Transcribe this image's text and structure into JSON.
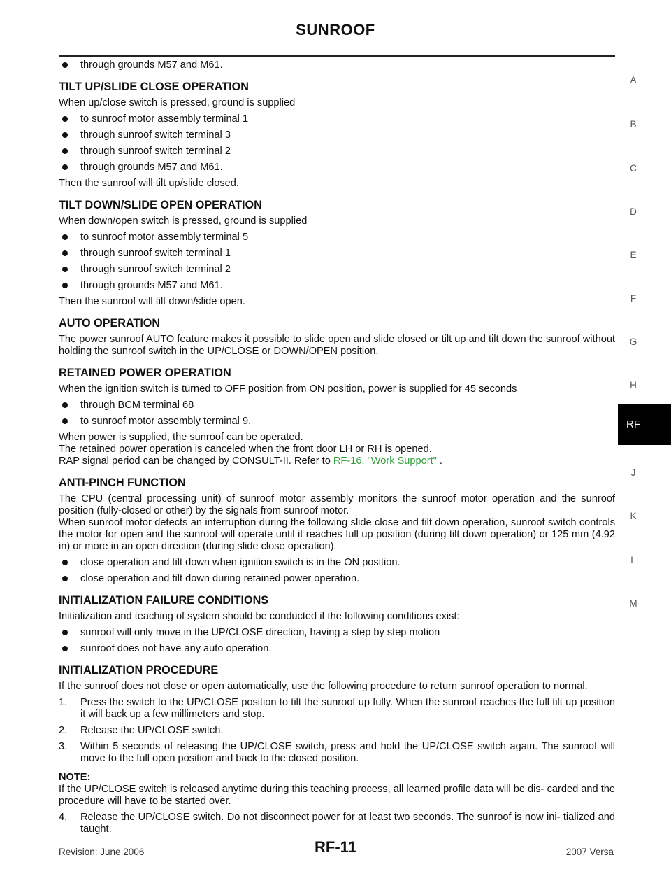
{
  "header": {
    "title": "SUNROOF"
  },
  "side_index": {
    "letters": [
      "A",
      "B",
      "C",
      "D",
      "E",
      "F",
      "G",
      "H",
      "RF",
      "J",
      "K",
      "L",
      "M"
    ],
    "active": "RF"
  },
  "content": {
    "top_bullet": "through grounds M57 and M61.",
    "tilt_up": {
      "heading": "TILT UP/SLIDE CLOSE OPERATION",
      "intro": "When up/close switch is pressed, ground is supplied",
      "bullets": [
        "to sunroof motor assembly terminal 1",
        "through sunroof switch terminal 3",
        "through sunroof switch terminal 2",
        "through grounds M57 and M61."
      ],
      "outro": "Then the sunroof will tilt up/slide closed."
    },
    "tilt_down": {
      "heading": "TILT DOWN/SLIDE OPEN OPERATION",
      "intro": "When down/open switch is pressed, ground is supplied",
      "bullets": [
        "to sunroof motor assembly terminal 5",
        "through sunroof switch terminal 1",
        "through sunroof switch terminal 2",
        "through grounds M57 and M61."
      ],
      "outro": "Then the sunroof will tilt down/slide open."
    },
    "auto": {
      "heading": "AUTO OPERATION",
      "text": "The power sunroof AUTO feature makes it possible to slide open and slide closed or tilt up and tilt down the sunroof without holding the sunroof switch in the UP/CLOSE or DOWN/OPEN position."
    },
    "retained": {
      "heading": "RETAINED POWER OPERATION",
      "intro": "When the ignition switch is turned to OFF position from ON position, power is supplied for 45 seconds",
      "bullets": [
        "through BCM terminal 68",
        "to sunroof motor assembly terminal 9."
      ],
      "line1": "When power is supplied, the sunroof can be operated.",
      "line2": "The retained power operation is canceled when the front door LH or RH is opened.",
      "line3_prefix": "RAP signal period can be changed by CONSULT-II. Refer to ",
      "line3_link": "RF-16, \"Work Support\"",
      "line3_suffix": " ."
    },
    "antipinch": {
      "heading": "ANTI-PINCH FUNCTION",
      "para1": "The CPU (central processing unit) of sunroof motor assembly monitors the sunroof motor operation and the sunroof position (fully-closed or other) by the signals from sunroof motor.",
      "para2": "When sunroof motor detects an interruption during the following slide close and tilt down operation, sunroof switch controls the motor for open and the sunroof will operate until it reaches full up position (during tilt down operation) or 125 mm (4.92 in) or more in an open direction (during slide close operation).",
      "bullets": [
        "close operation and tilt down when ignition switch is in the ON position.",
        "close operation and tilt down during retained power operation."
      ]
    },
    "init_fail": {
      "heading": "INITIALIZATION FAILURE CONDITIONS",
      "intro": "Initialization and teaching of system should be conducted if the following conditions exist:",
      "bullets": [
        "sunroof will only move in the UP/CLOSE direction, having a step by step motion",
        "sunroof does not have any auto operation."
      ]
    },
    "init_proc": {
      "heading": "INITIALIZATION PROCEDURE",
      "intro": "If the sunroof does not close or open automatically, use the following procedure to return sunroof operation to normal.",
      "steps": [
        {
          "n": "1.",
          "text": "Press the switch to the UP/CLOSE position to tilt the sunroof up fully. When the sunroof reaches the full tilt up position it will back up a few millimeters and stop."
        },
        {
          "n": "2.",
          "text": "Release the UP/CLOSE switch."
        },
        {
          "n": "3.",
          "text": "Within 5 seconds of releasing the UP/CLOSE switch, press and hold the UP/CLOSE switch again. The sunroof will move to the full open position and back to the closed position."
        }
      ],
      "note_label": "NOTE:",
      "note_text": "If the UP/CLOSE switch is released anytime during this teaching process, all learned profile data will be dis- carded and the procedure will have to be started over.",
      "step4": {
        "n": "4.",
        "text": "Release the UP/CLOSE switch. Do not disconnect power for at least two seconds. The sunroof is now ini- tialized and taught."
      }
    }
  },
  "footer": {
    "revision": "Revision: June 2006",
    "page": "RF-11",
    "model": "2007 Versa"
  },
  "colors": {
    "link": "#2e9e3a",
    "tab_bg": "#000000"
  }
}
